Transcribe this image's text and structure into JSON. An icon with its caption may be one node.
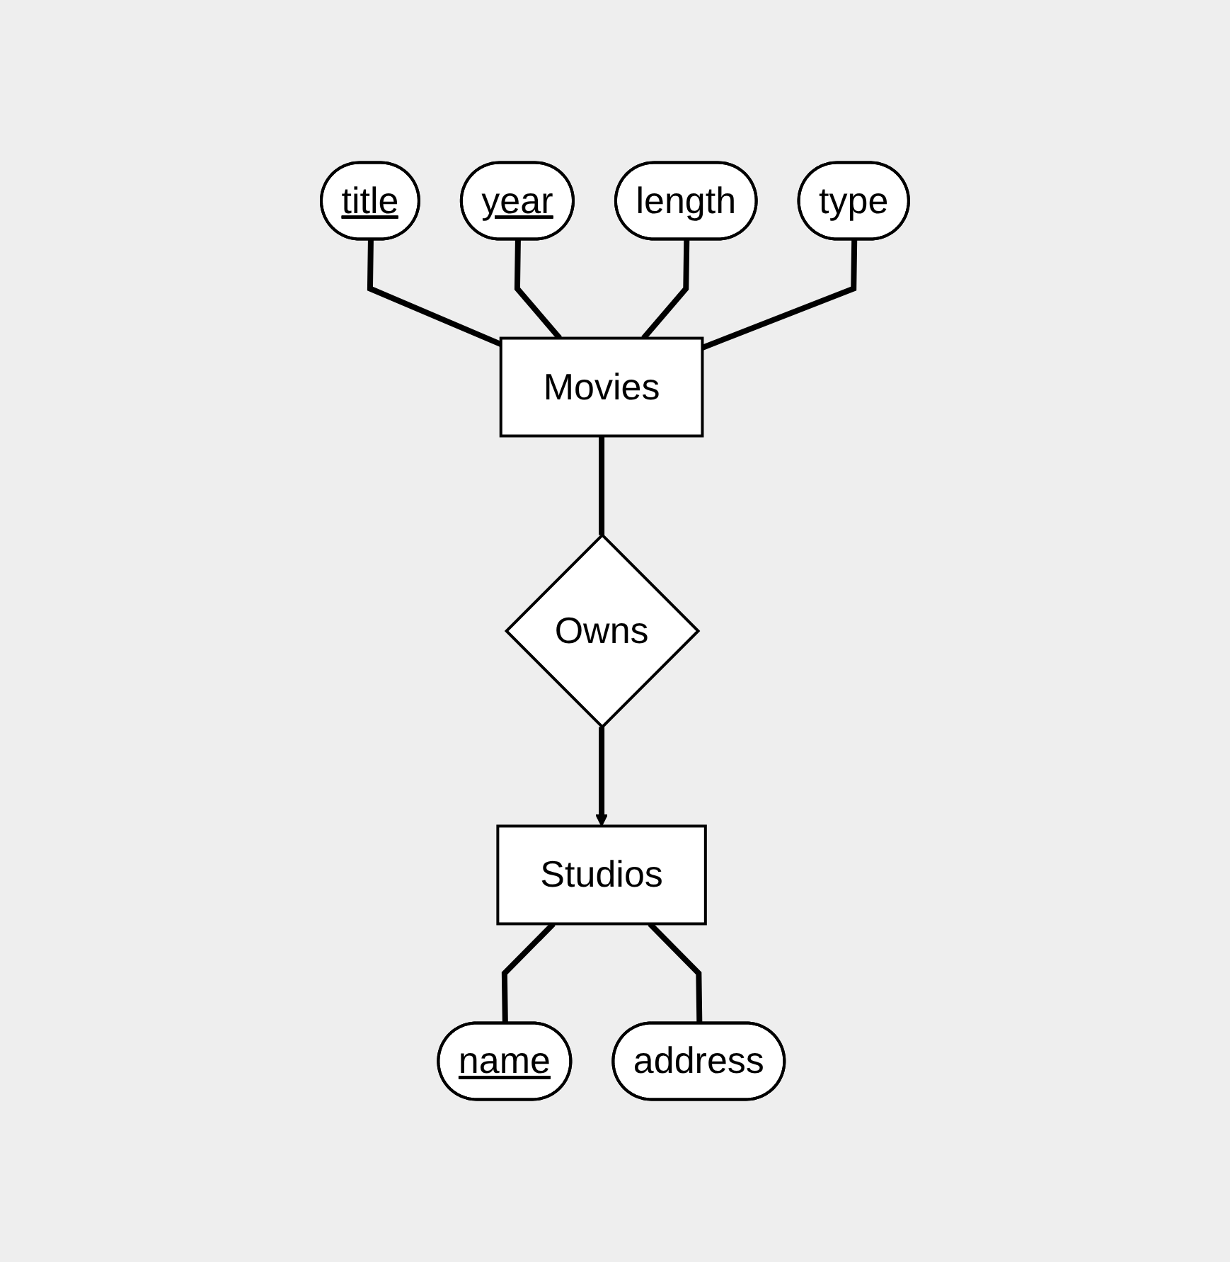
{
  "diagram": {
    "nodes": [
      {
        "text": [
          "title"
        ]
      },
      {
        "text": [
          "year"
        ]
      },
      {
        "text": [
          "length"
        ]
      },
      {
        "text": [
          "type"
        ]
      },
      {
        "text": [
          "Movies"
        ]
      },
      {
        "text": [
          "Owns"
        ]
      },
      {
        "text": [
          "Studios"
        ]
      },
      {
        "text": [
          "name"
        ]
      },
      {
        "text": [
          "address"
        ]
      }
    ],
    "edges": [
      {
        "from": 0,
        "to": 4,
        "arrow": "none"
      },
      {
        "from": 1,
        "to": 4,
        "arrow": "none"
      },
      {
        "from": 2,
        "to": 4,
        "arrow": "none"
      },
      {
        "from": 3,
        "to": 4,
        "arrow": "none"
      },
      {
        "from": 4,
        "to": 5,
        "arrow": "none"
      },
      {
        "from": 5,
        "to": 6,
        "arrow": "to"
      },
      {
        "from": 6,
        "to": 7,
        "arrow": "none"
      },
      {
        "from": 6,
        "to": 8,
        "arrow": "none"
      }
    ]
  }
}
